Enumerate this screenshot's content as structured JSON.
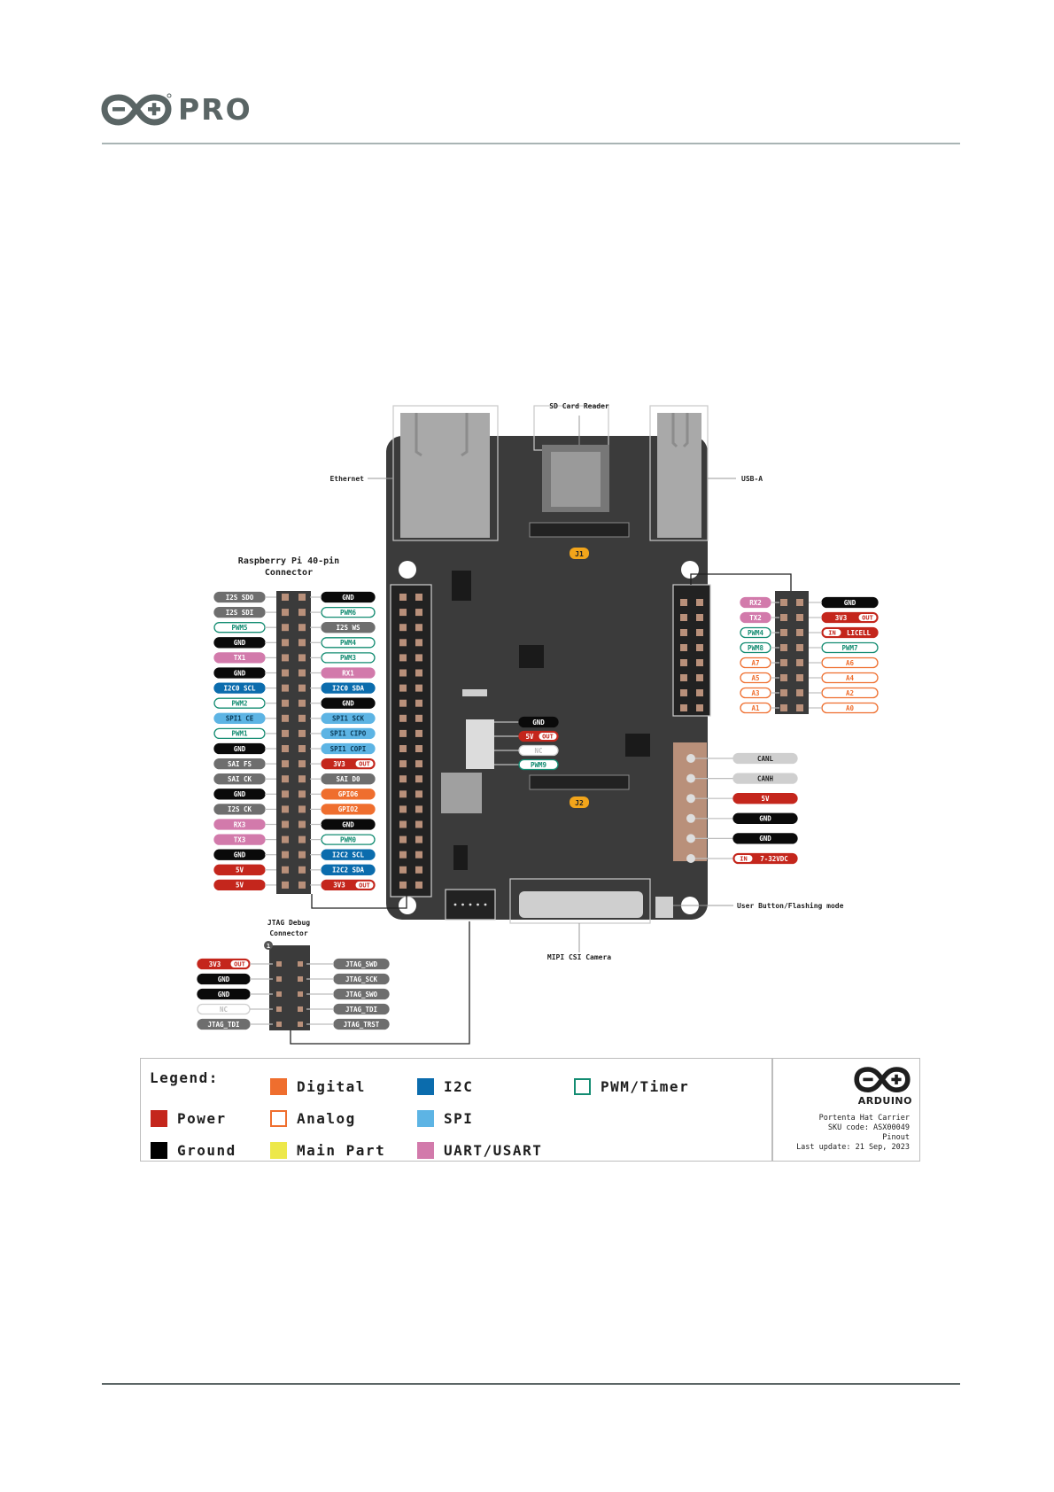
{
  "header": {
    "brand_suffix": "PRO"
  },
  "diagram": {
    "labels": {
      "sd_card_reader": "SD Card Reader",
      "ethernet": "Ethernet",
      "usb_a": "USB-A",
      "rpi_title_1": "Raspberry Pi 40-pin",
      "rpi_title_2": "Connector",
      "jtag_title_1": "JTAG Debug",
      "jtag_title_2": "Connector",
      "jtag_pin1": "1",
      "mipi": "MIPI CSI Camera",
      "user_button": "User Button/Flashing mode",
      "j1": "J1",
      "j2": "J2"
    },
    "rpi_left": [
      {
        "t": "I2S SDO",
        "c": "gray"
      },
      {
        "t": "I2S SDI",
        "c": "gray"
      },
      {
        "t": "PWM5",
        "c": "pwm"
      },
      {
        "t": "GND",
        "c": "black"
      },
      {
        "t": "TX1",
        "c": "uart"
      },
      {
        "t": "GND",
        "c": "black"
      },
      {
        "t": "I2C0 SCL",
        "c": "i2c"
      },
      {
        "t": "PWM2",
        "c": "pwm"
      },
      {
        "t": "SPI1 CE",
        "c": "spi"
      },
      {
        "t": "PWM1",
        "c": "pwm"
      },
      {
        "t": "GND",
        "c": "black"
      },
      {
        "t": "SAI FS",
        "c": "gray"
      },
      {
        "t": "SAI CK",
        "c": "gray"
      },
      {
        "t": "GND",
        "c": "black"
      },
      {
        "t": "I2S CK",
        "c": "gray"
      },
      {
        "t": "RX3",
        "c": "uart"
      },
      {
        "t": "TX3",
        "c": "uart"
      },
      {
        "t": "GND",
        "c": "black"
      },
      {
        "t": "5V",
        "c": "power"
      },
      {
        "t": "5V",
        "c": "power"
      }
    ],
    "rpi_right": [
      {
        "t": "GND",
        "c": "black"
      },
      {
        "t": "PWM6",
        "c": "pwm"
      },
      {
        "t": "I2S WS",
        "c": "gray"
      },
      {
        "t": "PWM4",
        "c": "pwm"
      },
      {
        "t": "PWM3",
        "c": "pwm"
      },
      {
        "t": "RX1",
        "c": "uart"
      },
      {
        "t": "I2C0 SDA",
        "c": "i2c"
      },
      {
        "t": "GND",
        "c": "black"
      },
      {
        "t": "SPI1 SCK",
        "c": "spi"
      },
      {
        "t": "SPI1 CIPO",
        "c": "spi"
      },
      {
        "t": "SPI1 COPI",
        "c": "spi"
      },
      {
        "t": "3V3",
        "c": "power",
        "tag": "OUT"
      },
      {
        "t": "SAI D0",
        "c": "gray"
      },
      {
        "t": "GPIO6",
        "c": "digital"
      },
      {
        "t": "GPIO2",
        "c": "digital"
      },
      {
        "t": "GND",
        "c": "black"
      },
      {
        "t": "PWM0",
        "c": "pwm"
      },
      {
        "t": "I2C2 SCL",
        "c": "i2c"
      },
      {
        "t": "I2C2 SDA",
        "c": "i2c"
      },
      {
        "t": "3V3",
        "c": "power",
        "tag": "OUT"
      }
    ],
    "hdr16_left": [
      {
        "t": "RX2",
        "c": "uart"
      },
      {
        "t": "TX2",
        "c": "uart"
      },
      {
        "t": "PWM4",
        "c": "pwm"
      },
      {
        "t": "PWM8",
        "c": "pwm"
      },
      {
        "t": "A7",
        "c": "analog"
      },
      {
        "t": "A5",
        "c": "analog"
      },
      {
        "t": "A3",
        "c": "analog"
      },
      {
        "t": "A1",
        "c": "analog"
      }
    ],
    "hdr16_right": [
      {
        "t": "GND",
        "c": "black"
      },
      {
        "t": "3V3",
        "c": "power",
        "tag": "OUT"
      },
      {
        "t": "LICELL",
        "c": "power",
        "tag": "IN"
      },
      {
        "t": "PWM7",
        "c": "pwm"
      },
      {
        "t": "A6",
        "c": "analog"
      },
      {
        "t": "A4",
        "c": "analog"
      },
      {
        "t": "A2",
        "c": "analog"
      },
      {
        "t": "A0",
        "c": "analog"
      }
    ],
    "fan": [
      {
        "t": "GND",
        "c": "black"
      },
      {
        "t": "5V",
        "c": "power",
        "tag": "OUT"
      },
      {
        "t": "NC",
        "c": "nc"
      },
      {
        "t": "PWM9",
        "c": "pwm"
      }
    ],
    "can": [
      {
        "t": "CANL",
        "c": "lightgray"
      },
      {
        "t": "CANH",
        "c": "lightgray"
      },
      {
        "t": "5V",
        "c": "power"
      },
      {
        "t": "GND",
        "c": "black"
      },
      {
        "t": "GND",
        "c": "black"
      },
      {
        "t": "7-32VDC",
        "c": "power",
        "tag": "IN"
      }
    ],
    "jtag_left": [
      {
        "t": "3V3",
        "c": "power",
        "tag": "OUT"
      },
      {
        "t": "GND",
        "c": "black"
      },
      {
        "t": "GND",
        "c": "black"
      },
      {
        "t": "NC",
        "c": "nc"
      },
      {
        "t": "JTAG_TDI",
        "c": "gray"
      }
    ],
    "jtag_right": [
      {
        "t": "JTAG_SWD",
        "c": "gray"
      },
      {
        "t": "JTAG_SCK",
        "c": "gray"
      },
      {
        "t": "JTAG_SWO",
        "c": "gray"
      },
      {
        "t": "JTAG_TDI",
        "c": "gray"
      },
      {
        "t": "JTAG_TRST",
        "c": "gray"
      }
    ]
  },
  "legend": {
    "title": "Legend:",
    "items": [
      {
        "label": "Power",
        "color": "#c4261c",
        "style": "fill"
      },
      {
        "label": "Ground",
        "color": "#000000",
        "style": "fill"
      },
      {
        "label": "Digital",
        "color": "#ef6e2e",
        "style": "fill"
      },
      {
        "label": "Analog",
        "color": "#ef6e2e",
        "style": "outline"
      },
      {
        "label": "Main Part",
        "color": "#ede84a",
        "style": "fill"
      },
      {
        "label": "I2C",
        "color": "#0b6cad",
        "style": "fill"
      },
      {
        "label": "SPI",
        "color": "#5db4e4",
        "style": "fill"
      },
      {
        "label": "UART/USART",
        "color": "#d27aab",
        "style": "fill"
      },
      {
        "label": "PWM/Timer",
        "color": "#138c72",
        "style": "outline"
      }
    ]
  },
  "brand": {
    "name": "ARDUINO",
    "product": "Portenta Hat Carrier",
    "sku": "SKU code: ASX00049",
    "doc": "Pinout",
    "updated": "Last update: 21 Sep, 2023"
  },
  "colors": {
    "power": "#c4261c",
    "black": "#0a0a0a",
    "gray": "#6e6e6e",
    "lightgray": "#cfcfcf",
    "i2c": "#0b6cad",
    "spi": "#5db4e4",
    "uart": "#d27aab",
    "pwm": "#138c72",
    "digital": "#ef6e2e",
    "analog": "#ef6e2e",
    "main": "#ede84a",
    "board": "#3b3b3b",
    "pad": "#b9907a"
  }
}
